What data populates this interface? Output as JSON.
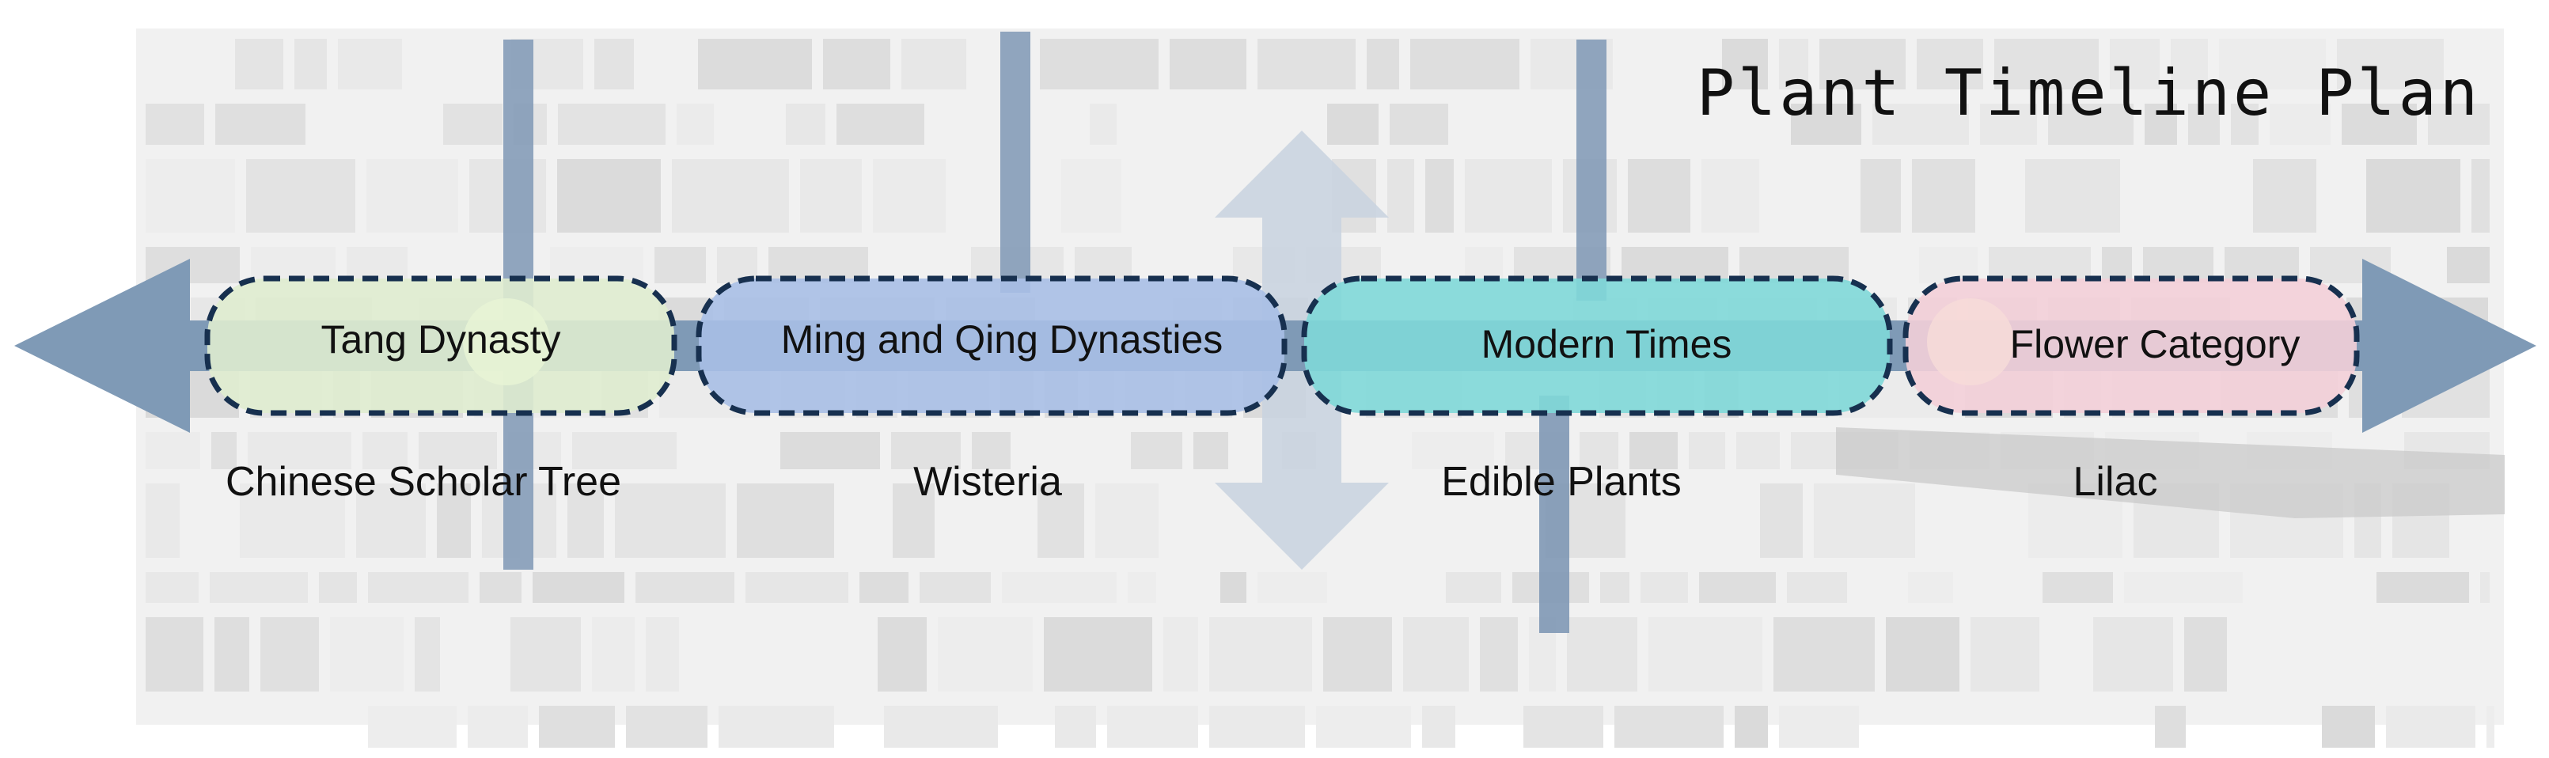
{
  "title": "Plant Timeline Plan",
  "eras": [
    {
      "label": "Tang Dynasty",
      "plant": "Chinese Scholar Tree",
      "fill": "#dfeccf"
    },
    {
      "label": "Ming and Qing Dynasties",
      "plant": "Wisteria",
      "fill": "#a9bfe6"
    },
    {
      "label": "Modern Times",
      "plant": "Edible Plants",
      "fill": "#7fd8d8"
    },
    {
      "label": "Flower Category",
      "plant": "Lilac",
      "fill": "#f3cfd8"
    }
  ],
  "colors": {
    "arrow": "#7f9ab6",
    "pill_border": "#17304f",
    "bar": "#7f98b5",
    "center_arrow": "#c8d2df",
    "map_background": "#f1f1f1",
    "map_blocks": "#e1e1e1"
  }
}
